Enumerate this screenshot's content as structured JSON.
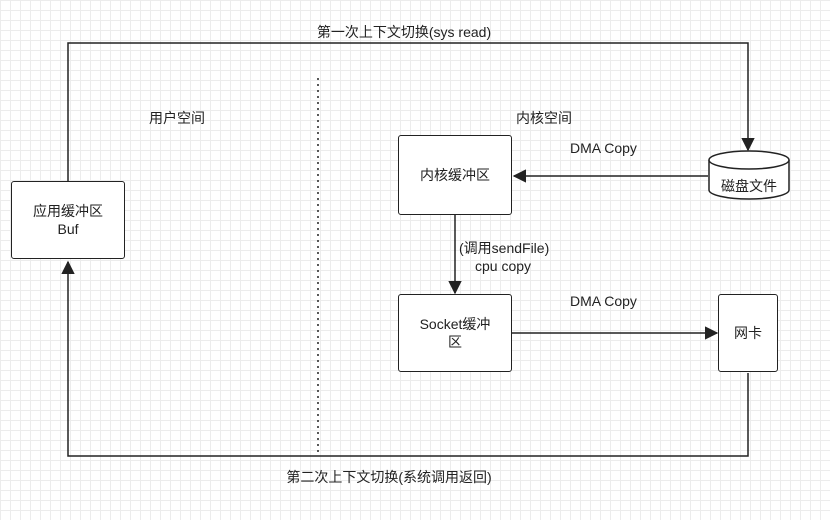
{
  "labels": {
    "top_switch": "第一次上下文切换(sys read)",
    "bottom_switch": "第二次上下文切换(系统调用返回)",
    "user_space": "用户空间",
    "kernel_space": "内核空间",
    "dma_copy_top": "DMA Copy",
    "dma_copy_bottom": "DMA Copy",
    "sendfile_line1": "(调用sendFile)",
    "sendfile_line2": "cpu copy"
  },
  "nodes": {
    "app_buffer": {
      "line1": "应用缓冲区",
      "line2": "Buf"
    },
    "kernel_buffer": "内核缓冲区",
    "disk": "磁盘文件",
    "socket_buffer": {
      "line1": "Socket缓冲",
      "line2": "区"
    },
    "nic": "网卡"
  },
  "colors": {
    "line": "#222222",
    "grid": "#ececec",
    "background": "#ffffff"
  }
}
